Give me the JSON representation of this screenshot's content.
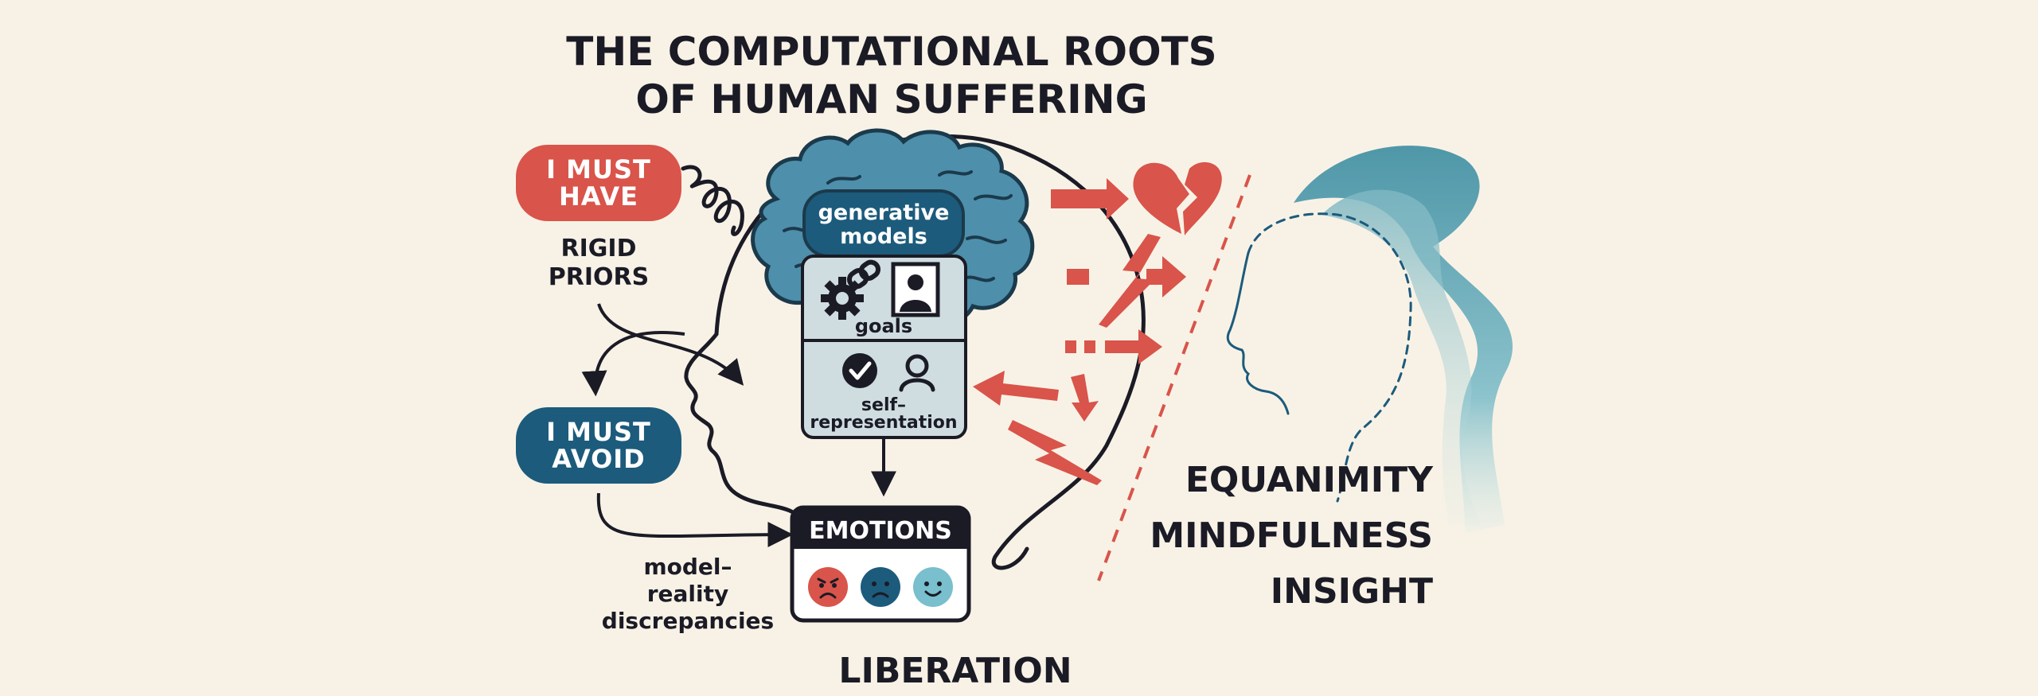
{
  "title": {
    "line1": "THE COMPUTATIONAL ROOTS",
    "line2": "OF HUMAN SUFFERING"
  },
  "left": {
    "must_have": {
      "line1": "I MUST",
      "line2": "HAVE"
    },
    "rigid_priors": {
      "line1": "RIGID",
      "line2": "PRIORS"
    },
    "must_avoid": {
      "line1": "I MUST",
      "line2": "AVOID"
    },
    "discrepancies": {
      "line1": "model–",
      "line2": "reality",
      "line3": "discrepancies"
    }
  },
  "brain": {
    "generative": {
      "line1": "generative",
      "line2": "models"
    },
    "goals": "goals",
    "self_rep": {
      "line1": "self–",
      "line2": "representation"
    }
  },
  "emotions": {
    "label": "EMOTIONS",
    "faces": [
      "angry-face-icon",
      "sad-face-icon",
      "calm-face-icon"
    ]
  },
  "liberation": "LIBERATION",
  "right": {
    "items": [
      "EQUANIMITY",
      "MINDFULNESS",
      "INSIGHT"
    ]
  },
  "colors": {
    "background": "#f8f2e6",
    "red": "#d9544a",
    "navy": "#1c5b7c",
    "teal": "#4f97a8",
    "brain": "#4e8fab",
    "panel": "#cfdde0",
    "ink": "#1b1b26"
  }
}
